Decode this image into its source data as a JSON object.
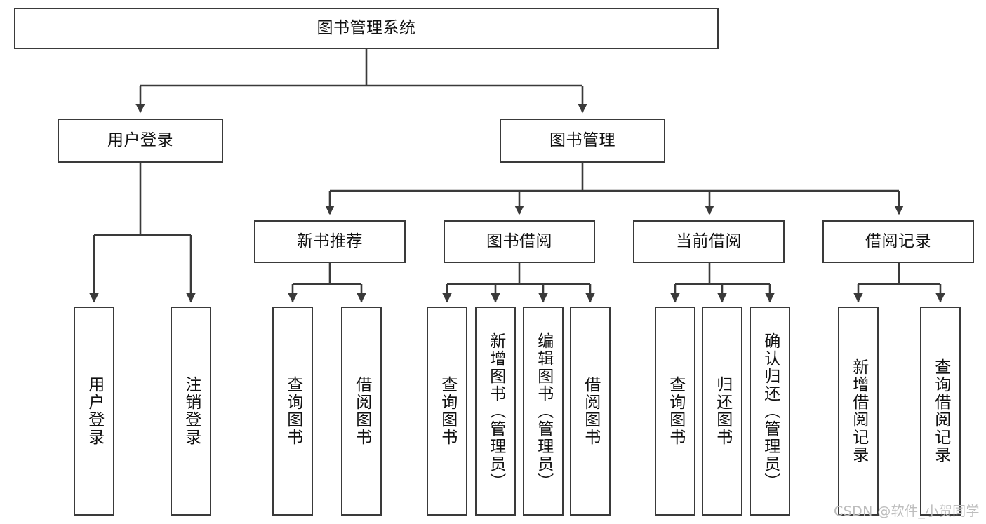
{
  "diagram": {
    "type": "tree-hierarchy",
    "title": "图书管理系统",
    "watermark": "CSDN @软件_小贺同学",
    "colors": {
      "box_border": "#3a3a3a",
      "box_fill": "#ffffff",
      "line": "#3a3a3a",
      "text": "#111111",
      "watermark": "#bdbdbd"
    },
    "levels": {
      "root": {
        "id": "root",
        "label": "图书管理系统"
      },
      "level2": [
        {
          "id": "user-login",
          "label": "用户登录"
        },
        {
          "id": "book-management",
          "label": "图书管理"
        }
      ],
      "level3": [
        {
          "id": "new-book-recommend",
          "label": "新书推荐",
          "parent": "book-management"
        },
        {
          "id": "book-borrow",
          "label": "图书借阅",
          "parent": "book-management"
        },
        {
          "id": "current-borrow",
          "label": "当前借阅",
          "parent": "book-management"
        },
        {
          "id": "borrow-record",
          "label": "借阅记录",
          "parent": "book-management"
        }
      ],
      "leaves": {
        "user_login": [
          {
            "id": "leaf-user-login",
            "label": "用户登录"
          },
          {
            "id": "leaf-logout-login",
            "label": "注销登录"
          }
        ],
        "new_book_recommend": [
          {
            "id": "leaf-query-book-1",
            "label": "查询图书"
          },
          {
            "id": "leaf-borrow-book-1",
            "label": "借阅图书"
          }
        ],
        "book_borrow": [
          {
            "id": "leaf-query-book-2",
            "label": "查询图书"
          },
          {
            "id": "leaf-add-book",
            "label": "新增图书（管理员）"
          },
          {
            "id": "leaf-edit-book",
            "label": "编辑图书（管理员）"
          },
          {
            "id": "leaf-borrow-book-2",
            "label": "借阅图书"
          }
        ],
        "current_borrow": [
          {
            "id": "leaf-query-book-3",
            "label": "查询图书"
          },
          {
            "id": "leaf-return-book",
            "label": "归还图书"
          },
          {
            "id": "leaf-confirm-return",
            "label": "确认归还（管理员）"
          }
        ],
        "borrow_record": [
          {
            "id": "leaf-add-record",
            "label": "新增借阅记录"
          },
          {
            "id": "leaf-query-record",
            "label": "查询借阅记录"
          }
        ]
      }
    }
  }
}
